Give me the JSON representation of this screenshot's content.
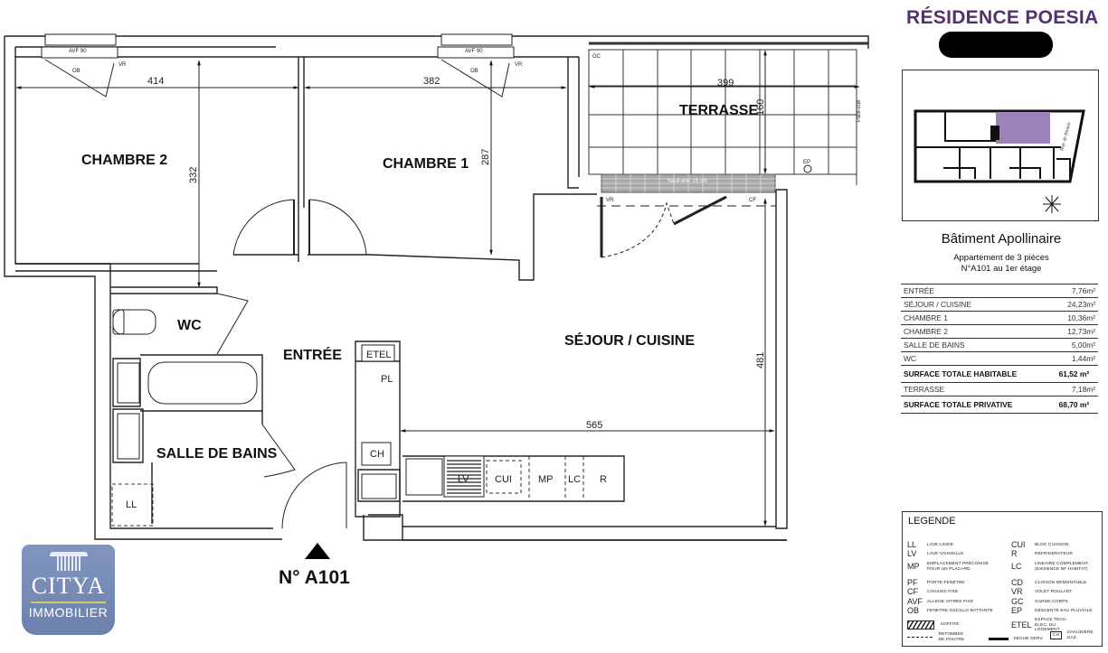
{
  "header": {
    "residence_name": "RÉSIDENCE POESIA",
    "building_name": "Bâtiment Apollinaire",
    "apartment_type": "Appartement de 3 pièces",
    "apartment_location": "N°A101 au 1er étage",
    "apartment_number": "N° A101",
    "accent_color": "#55306e",
    "highlight_color": "#9b82b8"
  },
  "logo": {
    "brand": "CITYA",
    "subtitle": "IMMOBILIER",
    "color": "#7487b3"
  },
  "rooms": [
    {
      "id": "chambre2",
      "label": "CHAMBRE 2"
    },
    {
      "id": "chambre1",
      "label": "CHAMBRE 1"
    },
    {
      "id": "terrasse",
      "label": "TERRASSE"
    },
    {
      "id": "wc",
      "label": "WC"
    },
    {
      "id": "entree",
      "label": "ENTRÉE"
    },
    {
      "id": "sejour",
      "label": "SÉJOUR / CUISINE"
    },
    {
      "id": "sdb",
      "label": "SALLE DE BAINS"
    }
  ],
  "dimensions": {
    "chambre2_width": "414",
    "chambre2_depth": "332",
    "chambre1_width": "382",
    "chambre1_depth": "287",
    "terrasse_width": "399",
    "terrasse_depth": "160",
    "sejour_width": "565",
    "sejour_depth": "481"
  },
  "annotations": {
    "window_avf": "AVF 90",
    "ob": "OB",
    "vr": "VR",
    "gc": "GC",
    "cf": "CF",
    "ep": "EP",
    "pare_vue": "Pare-vue",
    "seuil": "Seuil env. 15 cm",
    "etel": "ETEL",
    "pl": "PL",
    "ch": "CH",
    "ll": "LL",
    "lv": "LV",
    "cui": "CUI",
    "mp": "MP",
    "lc": "LC",
    "r": "R"
  },
  "surfaces": {
    "rows": [
      {
        "label": "ENTRÉE",
        "value": "7,76m²"
      },
      {
        "label": "SÉJOUR / CUISINE",
        "value": "24,23m²"
      },
      {
        "label": "CHAMBRE 1",
        "value": "10,36m²"
      },
      {
        "label": "CHAMBRE 2",
        "value": "12,73m²"
      },
      {
        "label": "SALLE DE BAINS",
        "value": "5,00m²"
      },
      {
        "label": "WC",
        "value": "1,44m²"
      }
    ],
    "total_habitable_label": "SURFACE TOTALE HABITABLE",
    "total_habitable_value": "61,52 m²",
    "terrasse_label": "TERRASSE",
    "terrasse_value": "7,18m²",
    "total_privative_label": "SURFACE TOTALE PRIVATIVE",
    "total_privative_value": "68,70 m²"
  },
  "legend": {
    "title": "LEGENDE",
    "left": [
      {
        "code": "LL",
        "desc": "LAVE-LINGE"
      },
      {
        "code": "LV",
        "desc": "LAVE-VAISSELLE"
      },
      {
        "code": "MP",
        "desc": "EMPLACEMENT PRÉCONISÉ POUR UN PLACARD"
      },
      {
        "code": "PF",
        "desc": "PORTE-FENÊTRE"
      },
      {
        "code": "CF",
        "desc": "CHASSIS FIXE"
      },
      {
        "code": "AVF",
        "desc": "ALLEGE VITREE FIXE"
      },
      {
        "code": "OB",
        "desc": "FENETRE OSCILLO-BATTANTE"
      }
    ],
    "right": [
      {
        "code": "CUI",
        "desc": "BLOC CUISSON"
      },
      {
        "code": "R",
        "desc": "REFRIGERATEUR"
      },
      {
        "code": "LC",
        "desc": "LINEAIRE COMPLEMENT. (EXIGENCE NF HABITAT)"
      },
      {
        "code": "CD",
        "desc": "CLOISON DEMONTABLE"
      },
      {
        "code": "VR",
        "desc": "VOLET ROULANT"
      },
      {
        "code": "GC",
        "desc": "GARDE-CORPS"
      },
      {
        "code": "EP",
        "desc": "DESCENTE EAU PLUVIALE"
      }
    ],
    "soffite": "SOFFITE",
    "etel_code": "ETEL",
    "etel_desc": "ESPACE TECH. ELEC. DU LOGEMENT",
    "retombee": "RETOMBEE DE POUTRE",
    "seche_serv": "SECHE-SERV.",
    "ch_code": "CH",
    "chaudiere": "CHAUDIERE GAZ"
  }
}
